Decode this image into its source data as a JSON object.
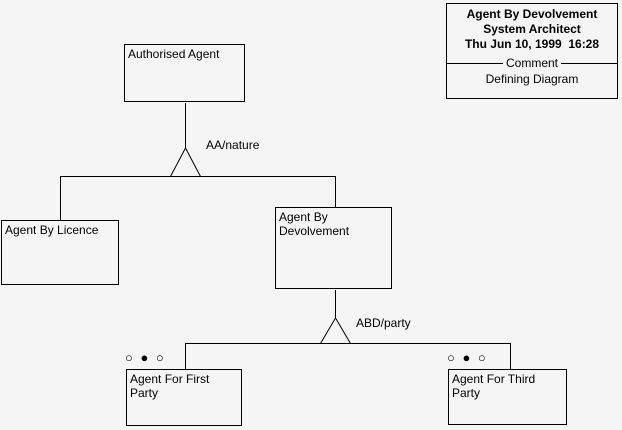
{
  "title_block": {
    "title": "Agent By Devolvement",
    "subtitle": "System Architect",
    "timestamp": "Thu Jun 10, 1999  16:28",
    "separator_label": "Comment",
    "comment": "Defining Diagram"
  },
  "nodes": {
    "authorised_agent": {
      "label": "Authorised Agent"
    },
    "agent_by_licence": {
      "label": "Agent By Licence"
    },
    "agent_by_devolvement": {
      "label": "Agent By Devolvement"
    },
    "agent_for_first_party": {
      "label": "Agent For First Party",
      "markers": "○ ● ○"
    },
    "agent_for_third_party": {
      "label": "Agent For Third Party",
      "markers": "○ ● ○"
    }
  },
  "relations": {
    "aa_nature": {
      "label": "AA/nature"
    },
    "abd_party": {
      "label": "ABD/party"
    }
  },
  "colors": {
    "background": "#f5f5f5",
    "line": "#000000"
  }
}
